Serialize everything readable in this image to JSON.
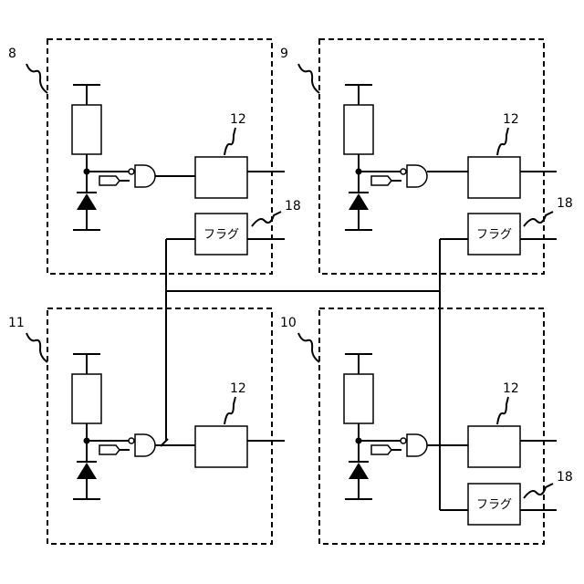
{
  "blocks": [
    {
      "id": "8",
      "label": "8",
      "logic_label": "12",
      "flag_label": "18",
      "flag_text": "フラグ",
      "has_flag": true
    },
    {
      "id": "9",
      "label": "9",
      "logic_label": "12",
      "flag_label": "18",
      "flag_text": "フラグ",
      "has_flag": true
    },
    {
      "id": "11",
      "label": "11",
      "logic_label": "12",
      "has_flag": false
    },
    {
      "id": "10",
      "label": "10",
      "logic_label": "12",
      "flag_label": "18",
      "flag_text": "フラグ",
      "has_flag": true
    }
  ]
}
